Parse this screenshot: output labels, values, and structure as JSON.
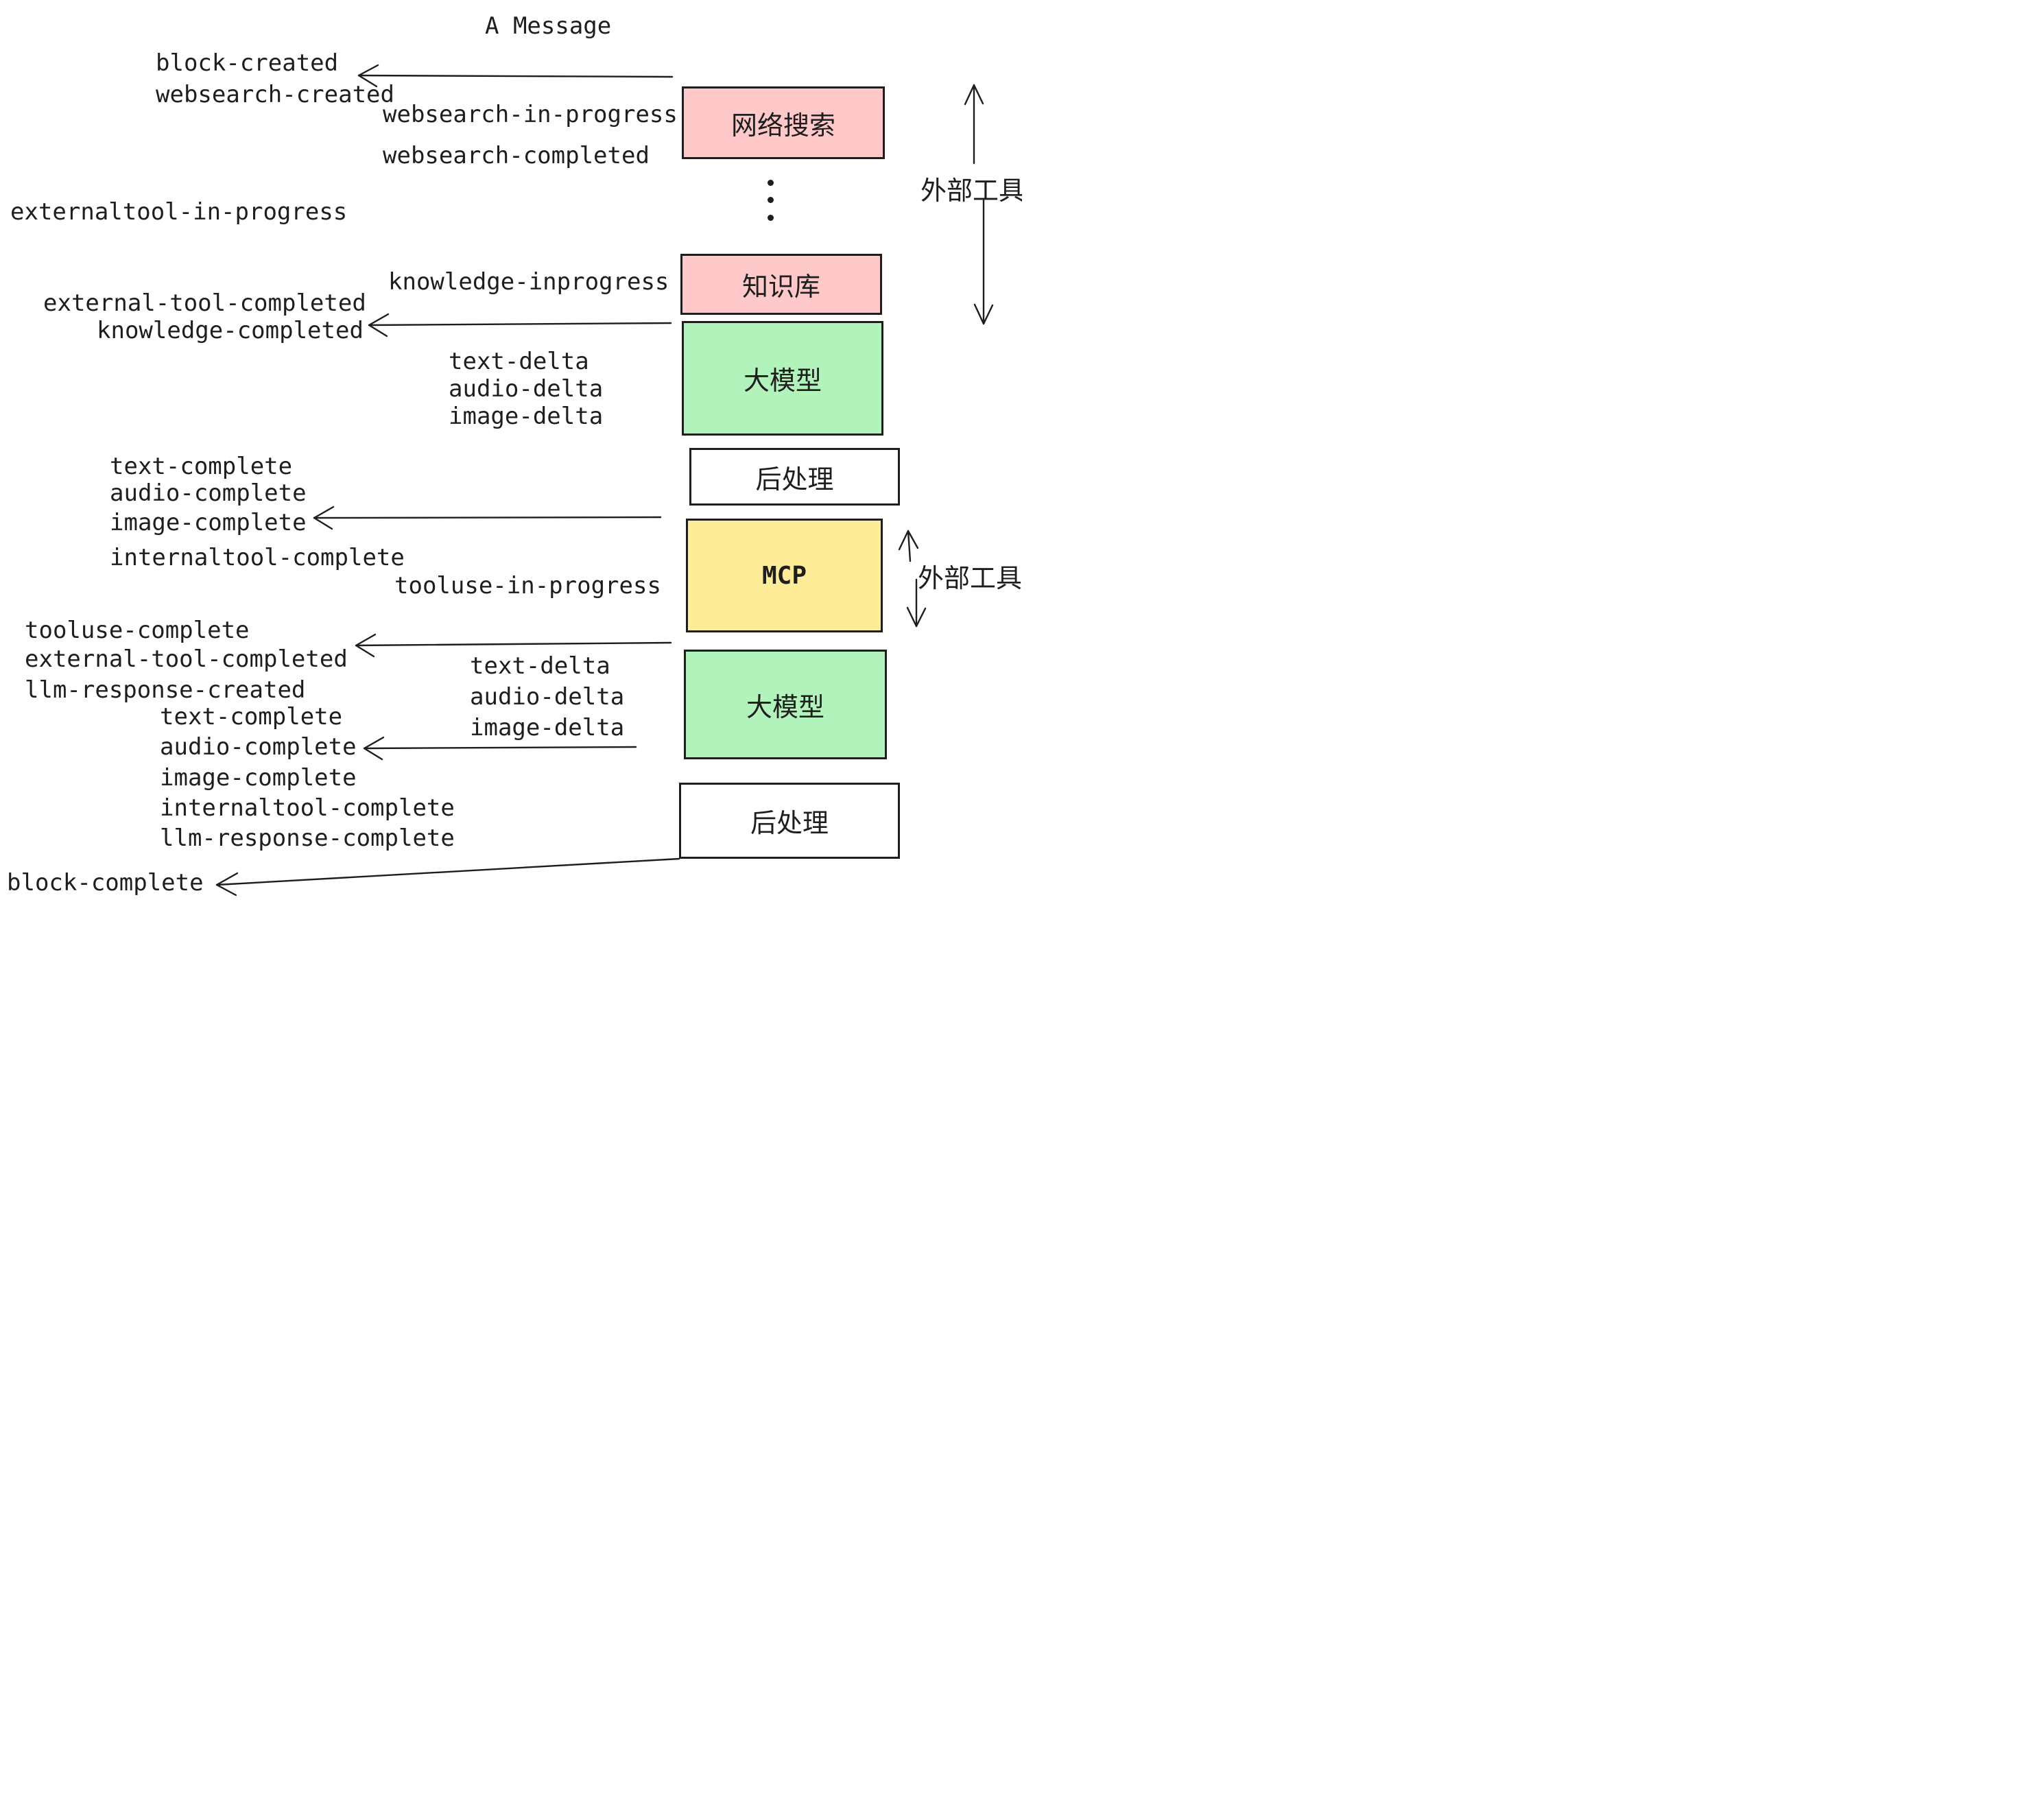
{
  "page": {
    "title": "A Message"
  },
  "colors": {
    "stroke": "#1e1e1e",
    "pink": "#ffc9c9",
    "green": "#b2f2bb",
    "yellow": "#ffec99",
    "white": "#ffffff",
    "background": "#ffffff"
  },
  "boxes": [
    {
      "id": "websearch",
      "label": "网络搜索",
      "color": "#ffc9c9"
    },
    {
      "id": "knowledge",
      "label": "知识库",
      "color": "#ffc9c9"
    },
    {
      "id": "llm-1",
      "label": "大模型",
      "color": "#b2f2bb"
    },
    {
      "id": "post-1",
      "label": "后处理",
      "color": "#ffffff"
    },
    {
      "id": "mcp",
      "label": "MCP",
      "color": "#ffec99"
    },
    {
      "id": "llm-2",
      "label": "大模型",
      "color": "#b2f2bb"
    },
    {
      "id": "post-2",
      "label": "后处理",
      "color": "#ffffff"
    }
  ],
  "annotations": [
    {
      "id": "external-tools-1",
      "text": "外部工具"
    },
    {
      "id": "external-tools-2",
      "text": "外部工具"
    }
  ],
  "ellipsis": {
    "symbol": "⋮",
    "dots": 3
  },
  "events": [
    {
      "text": "block-created"
    },
    {
      "text": "websearch-created"
    },
    {
      "text": "websearch-in-progress"
    },
    {
      "text": "websearch-completed"
    },
    {
      "text": "externaltool-in-progress"
    },
    {
      "text": "knowledge-inprogress"
    },
    {
      "text": "external-tool-completed"
    },
    {
      "text": "knowledge-completed"
    },
    {
      "text": "text-delta"
    },
    {
      "text": "audio-delta"
    },
    {
      "text": "image-delta"
    },
    {
      "text": "text-complete"
    },
    {
      "text": "audio-complete"
    },
    {
      "text": "image-complete"
    },
    {
      "text": "internaltool-complete"
    },
    {
      "text": "tooluse-in-progress"
    },
    {
      "text": "tooluse-complete"
    },
    {
      "text": "external-tool-completed"
    },
    {
      "text": "llm-response-created"
    },
    {
      "text": "text-complete"
    },
    {
      "text": "audio-complete"
    },
    {
      "text": "image-complete"
    },
    {
      "text": "internaltool-complete"
    },
    {
      "text": "llm-response-complete"
    },
    {
      "text": "block-complete"
    }
  ]
}
